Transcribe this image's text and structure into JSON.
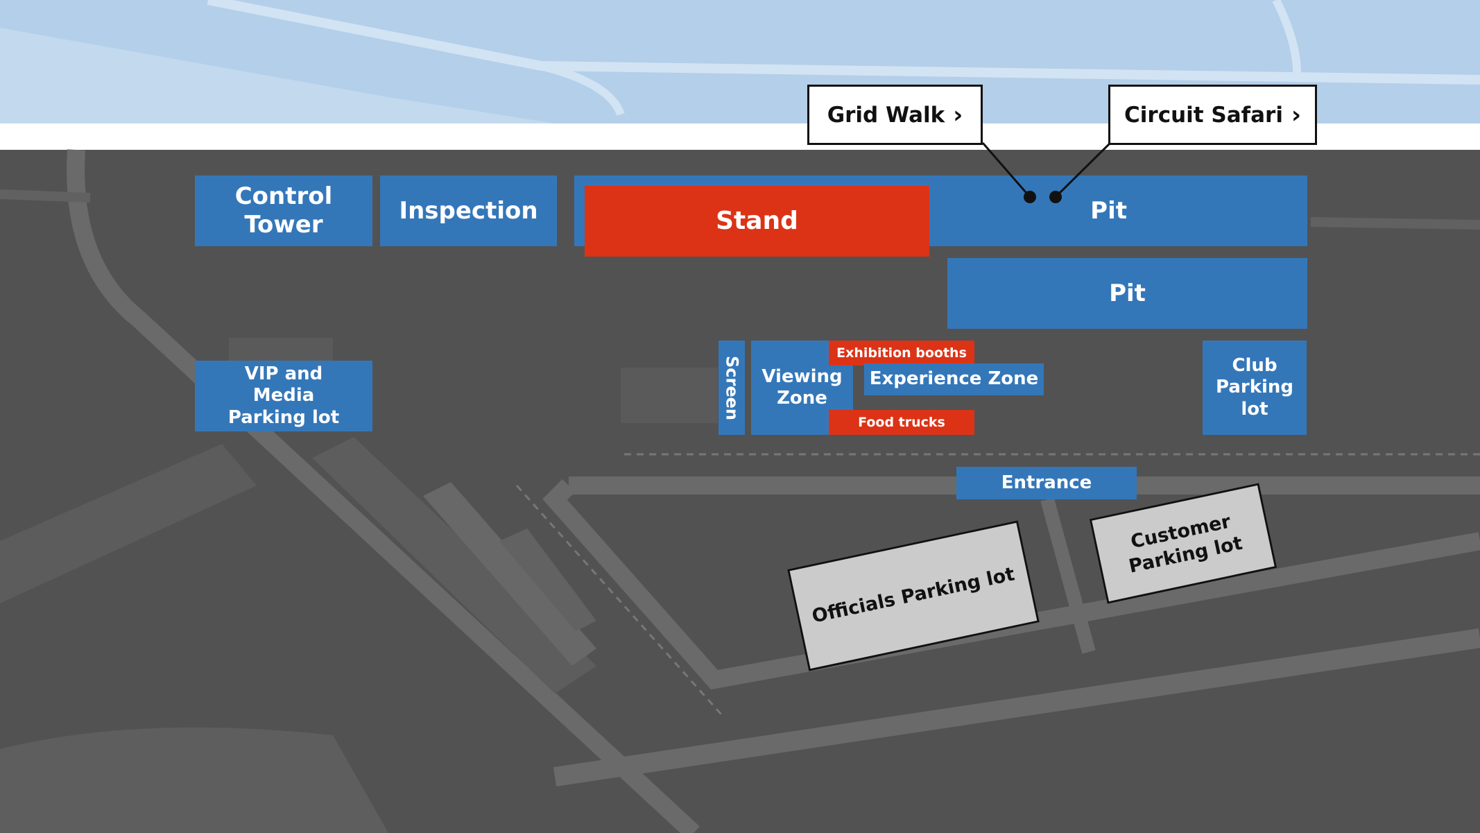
{
  "colors": {
    "water": "#b3cfe9",
    "ground": "#525252",
    "venue_zone": "#3477b9",
    "highlight_zone": "#dc3317",
    "parking_lot": "#cbcbcb"
  },
  "callouts": [
    {
      "label": "Grid Walk",
      "icon": "chevron-right-icon"
    },
    {
      "label": "Circuit Safari",
      "icon": "chevron-right-icon"
    }
  ],
  "zones": {
    "control_tower": "Control Tower",
    "inspection": "Inspection",
    "stand": "Stand",
    "pit_upper": "Pit",
    "pit_lower": "Pit",
    "vip_media_parking": "VIP and Media Parking lot",
    "screen": "Screen",
    "viewing_zone": "Viewing Zone",
    "exhibition_booths": "Exhibition booths",
    "experience_zone": "Experience Zone",
    "food_trucks": "Food trucks",
    "club_parking": "Club Parking lot",
    "entrance": "Entrance"
  },
  "parking_lots": {
    "officials": "Officials Parking lot",
    "customer": "Customer Parking lot"
  }
}
